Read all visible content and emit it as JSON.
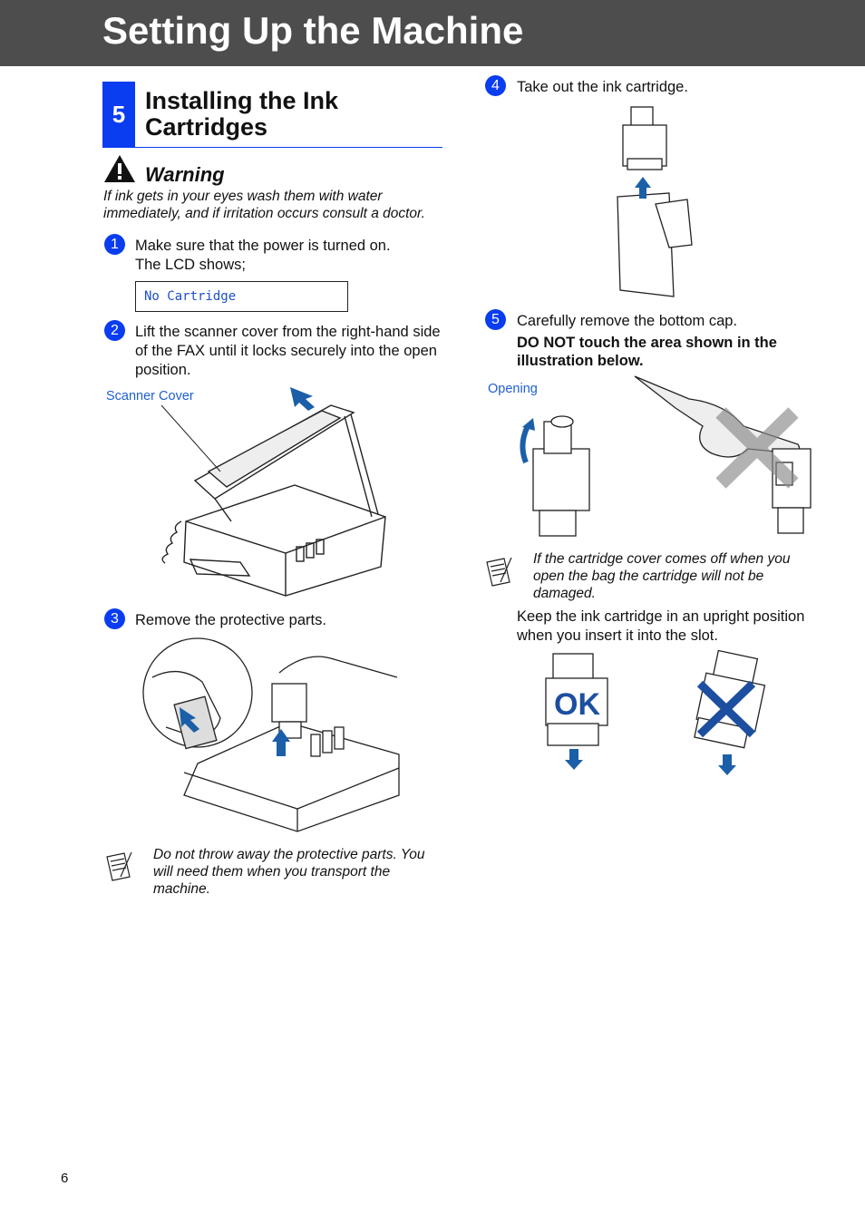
{
  "header": {
    "title": "Setting Up the Machine"
  },
  "section": {
    "number": "5",
    "title": "Installing the Ink Cartridges"
  },
  "warning": {
    "title": "Warning",
    "text": "If ink gets in your eyes wash them with water immediately, and if irritation occurs consult a doctor."
  },
  "steps": [
    {
      "num": "1",
      "text": "Make sure that the power is turned on.",
      "text2": "The LCD shows;"
    },
    {
      "num": "2",
      "text": "Lift the scanner cover from the right-hand side of the FAX until it locks securely into the open position."
    },
    {
      "num": "3",
      "text": "Remove the protective parts."
    },
    {
      "num": "4",
      "text": "Take out the ink cartridge."
    },
    {
      "num": "5",
      "text": "Carefully remove the bottom cap.",
      "bold": "DO NOT touch the area shown in the illustration below."
    }
  ],
  "lcd": {
    "text": "No Cartridge"
  },
  "labels": {
    "scanner_cover": "Scanner Cover",
    "opening": "Opening",
    "ok": "OK"
  },
  "notes": {
    "protective": "Do not throw away the protective parts. You will need them when you transport the machine.",
    "cartridge": "If the cartridge cover comes off when you open the bag the cartridge will not be damaged."
  },
  "upright_text": "Keep the ink cartridge in an upright position when you insert it into the slot.",
  "page_number": "6",
  "colors": {
    "accent": "#0a3cf0",
    "banner": "#4d4d4d",
    "arrow": "#1b5fa8",
    "cross": "#1c4fa0"
  }
}
